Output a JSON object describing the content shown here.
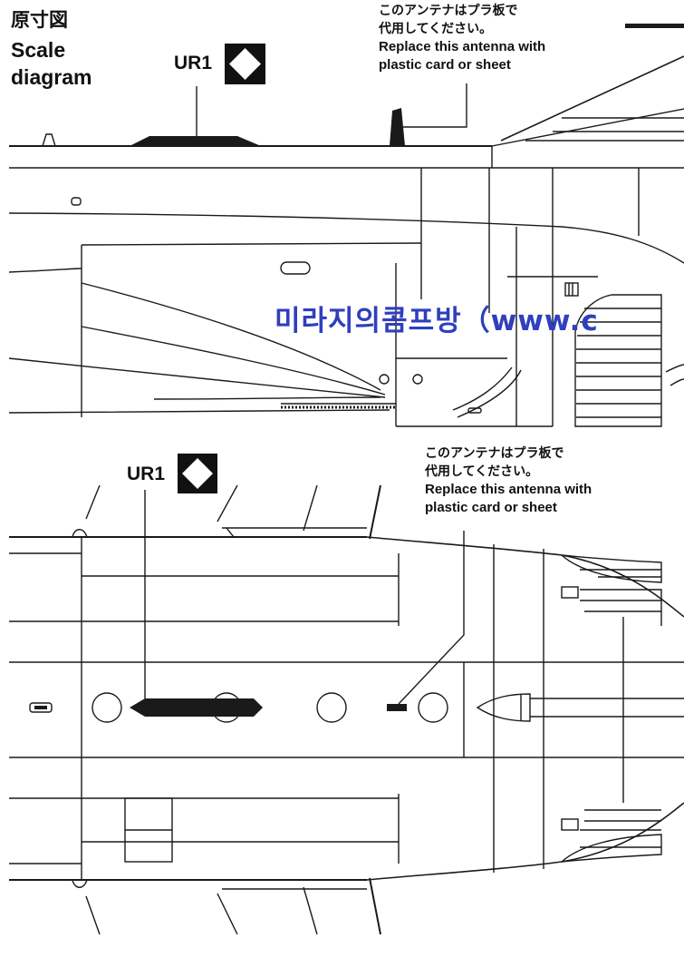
{
  "title": {
    "japanese": "原寸図",
    "english_line1": "Scale",
    "english_line2": "diagram"
  },
  "marker_label": "UR1",
  "notes": [
    {
      "jp_line1": "このアンテナはプラ板で",
      "jp_line2": "代用してください。",
      "en_line1": "Replace this antenna with",
      "en_line2": "plastic card or sheet"
    },
    {
      "jp_line1": "このアンテナはプラ板で",
      "jp_line2": "代用してください。",
      "en_line1": "Replace this antenna with",
      "en_line2": "plastic card or sheet"
    }
  ],
  "watermark": "미라지의콤프방（www.c",
  "colors": {
    "ink": "#111111",
    "line": "#1a1a1a",
    "watermark": "#2f3fbd",
    "paper": "#ffffff"
  },
  "icons": [
    "diamond-marker-icon"
  ]
}
